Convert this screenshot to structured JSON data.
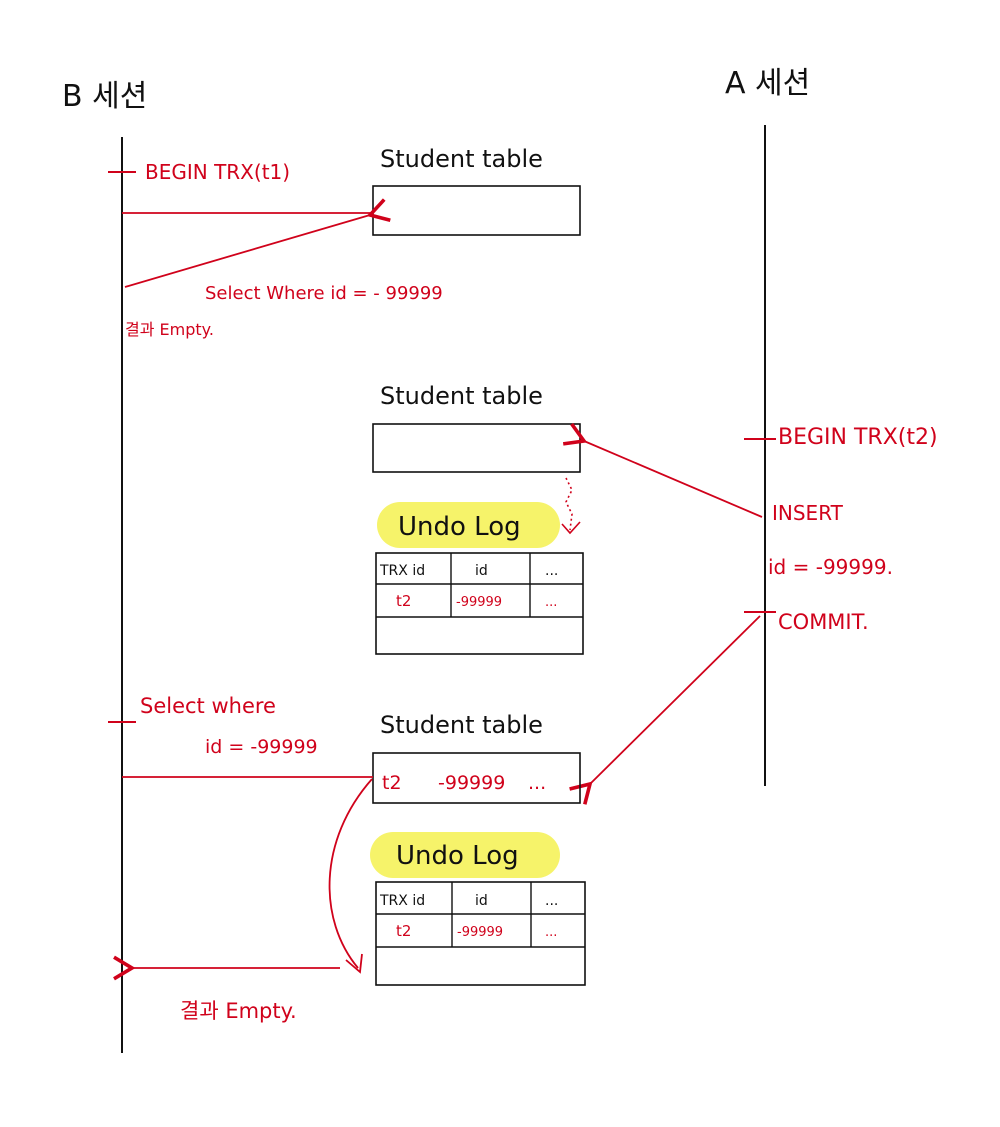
{
  "headers": {
    "session_b": "B 세션",
    "session_a": "A 세션"
  },
  "table_title": "Student table",
  "undo_title": "Undo Log",
  "undo_columns": [
    "TRX id",
    "id",
    "..."
  ],
  "undo_row": [
    "t2",
    "-99999",
    "..."
  ],
  "session_b_labels": {
    "begin": "BEGIN TRX(t1)",
    "select1": "Select Where id = - 99999",
    "result1": "결과 Empty.",
    "select2_line1": "Select where",
    "select2_line2": "id = -99999",
    "result2": "결과 Empty."
  },
  "session_a_labels": {
    "begin": "BEGIN TRX(t2)",
    "insert_line1": "INSERT",
    "insert_line2": "id = -99999.",
    "commit": "COMMIT."
  },
  "table3_row": [
    "t2",
    "-99999",
    "..."
  ],
  "colors": {
    "ink": "#111111",
    "annotation": "#d0021b",
    "highlight": "#f6f36a"
  }
}
